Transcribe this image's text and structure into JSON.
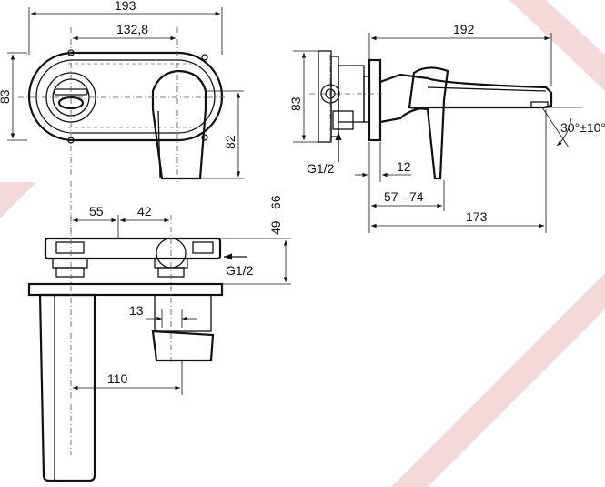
{
  "dimensions": {
    "d193": "193",
    "d132_8": "132,8",
    "d83_front": "83",
    "d82": "82",
    "d192": "192",
    "d83_side": "83",
    "g12_side": "G1/2",
    "d12": "12",
    "d57_74": "57 - 74",
    "d173": "173",
    "angle": "30°±10°",
    "d55": "55",
    "d42": "42",
    "d49_66": "49 - 66",
    "g12_top": "G1/2",
    "d13": "13",
    "d110": "110"
  },
  "colors": {
    "line": "#111111",
    "watermark": "#f3d9d9"
  }
}
